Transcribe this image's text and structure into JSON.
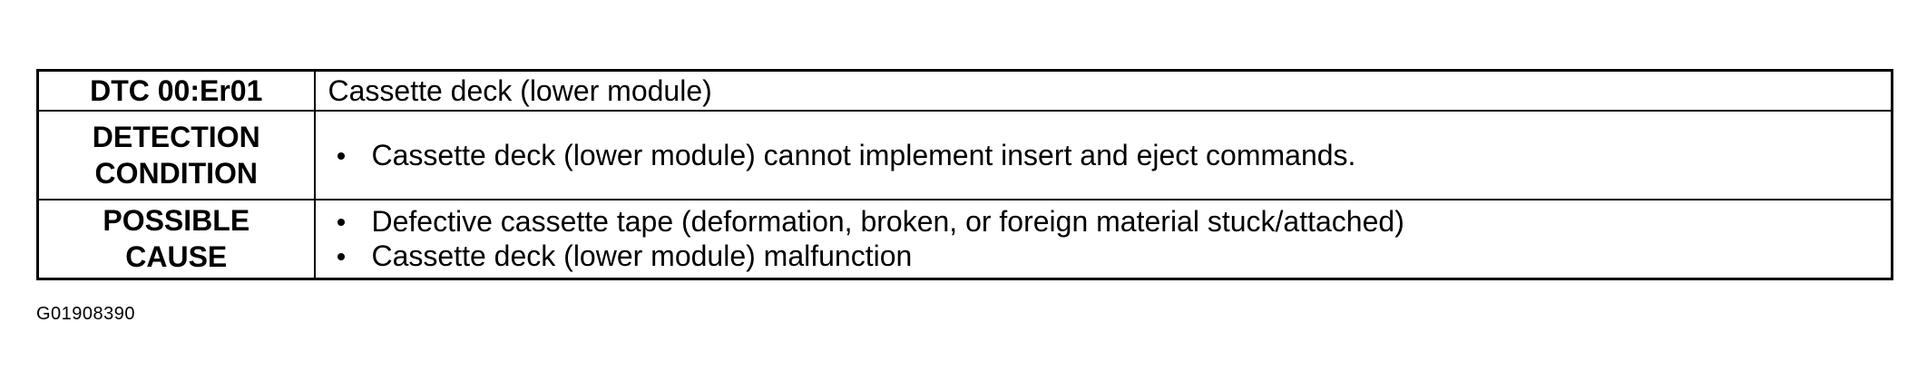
{
  "table": {
    "rows": [
      {
        "label": "DTC 00:Er01",
        "value": "Cassette deck (lower module)"
      },
      {
        "label_lines": [
          "DETECTION",
          "CONDITION"
        ],
        "bullets": [
          "Cassette deck (lower module) cannot implement insert and eject commands."
        ]
      },
      {
        "label_lines": [
          "POSSIBLE",
          "CAUSE"
        ],
        "bullets": [
          "Defective cassette tape (deformation, broken, or foreign material stuck/attached)",
          "Cassette deck (lower module) malfunction"
        ]
      }
    ]
  },
  "figure_id": "G01908390"
}
